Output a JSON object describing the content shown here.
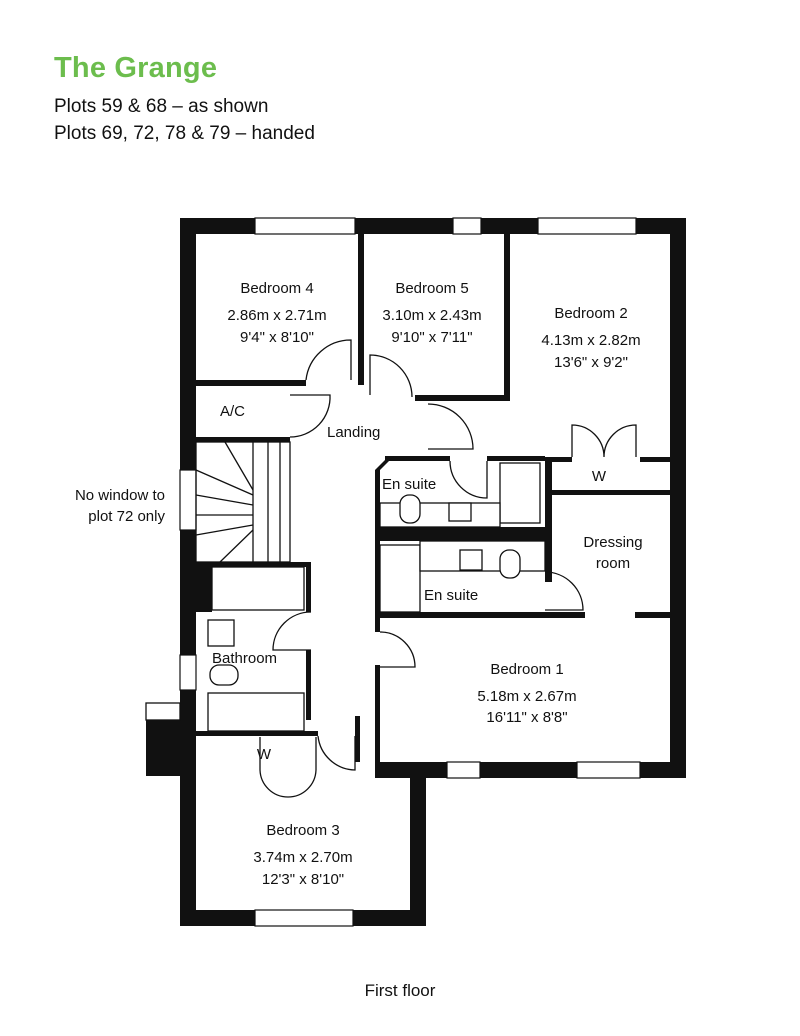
{
  "header": {
    "title": "The Grange",
    "plots_as_shown": "Plots 59 & 68 – as shown",
    "plots_handed": "Plots 69, 72, 78 & 79 – handed"
  },
  "colors": {
    "title": "#6cbd4d",
    "walls": "#111111"
  },
  "rooms": {
    "bedroom4": {
      "name": "Bedroom 4",
      "metric": "2.86m x 2.71m",
      "imperial": "9'4\" x 8'10\""
    },
    "bedroom5": {
      "name": "Bedroom 5",
      "metric": "3.10m x 2.43m",
      "imperial": "9'10\" x 7'11\""
    },
    "bedroom2": {
      "name": "Bedroom 2",
      "metric": "4.13m x 2.82m",
      "imperial": "13'6\" x 9'2\""
    },
    "ac": {
      "name": "A/C"
    },
    "landing": {
      "name": "Landing"
    },
    "wardrobe2": {
      "name": "W"
    },
    "ensuite_upper": {
      "name": "En suite"
    },
    "dressing": {
      "line1": "Dressing",
      "line2": "room"
    },
    "ensuite_lower": {
      "name": "En suite"
    },
    "bathroom": {
      "name": "Bathroom"
    },
    "bedroom1": {
      "name": "Bedroom 1",
      "metric": "5.18m x 2.67m",
      "imperial": "16'11\" x 8'8\""
    },
    "wardrobe3": {
      "name": "W"
    },
    "bedroom3": {
      "name": "Bedroom 3",
      "metric": "3.74m x 2.70m",
      "imperial": "12'3\" x 8'10\""
    }
  },
  "notes": {
    "window_line1": "No window to",
    "window_line2": "plot 72 only"
  },
  "footer": {
    "floor_label": "First floor"
  }
}
